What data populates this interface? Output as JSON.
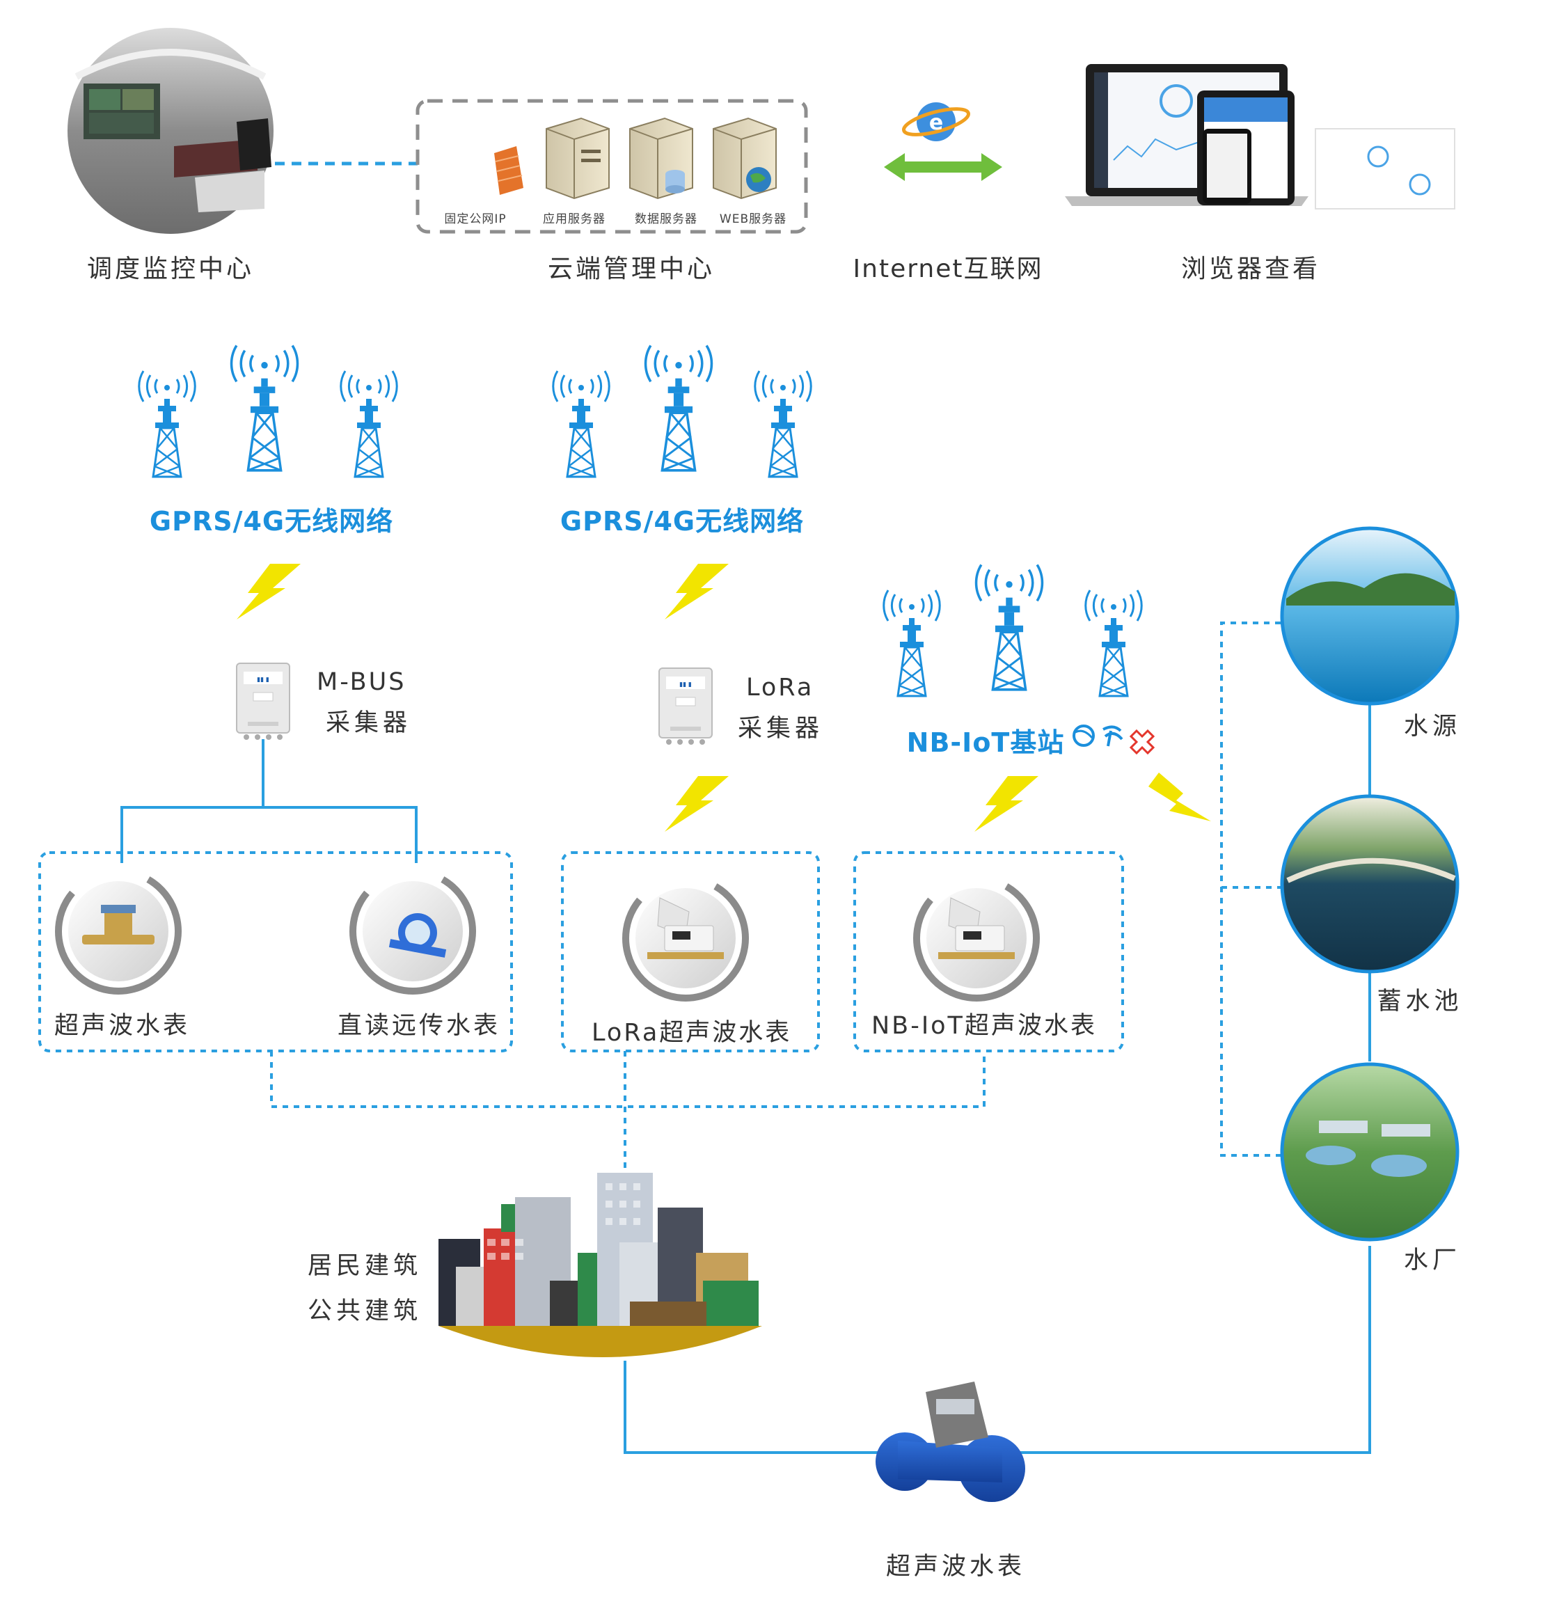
{
  "top_row": {
    "dispatch_center": "调度监控中心",
    "cloud_center": "云端管理中心",
    "internet": "Internet互联网",
    "browser": "浏览器查看",
    "servers": [
      "固定公网IP",
      "应用服务器",
      "数据服务器",
      "WEB服务器"
    ]
  },
  "networks": {
    "gprs_left": "GPRS/4G无线网络",
    "gprs_right": "GPRS/4G无线网络",
    "nbiot": "NB-IoT基站"
  },
  "collectors": {
    "mbus_line1": "M-BUS",
    "mbus_line2": "采集器",
    "lora_line1": "LoRa",
    "lora_line2": "采集器"
  },
  "meters": {
    "ultrasonic": "超声波水表",
    "direct_read": "直读远传水表",
    "lora_ultrasonic": "LoRa超声波水表",
    "nbiot_ultrasonic": "NB-IoT超声波水表"
  },
  "buildings": {
    "residential": "居民建筑",
    "public": "公共建筑"
  },
  "water_chain": {
    "source": "水源",
    "reservoir": "蓄水池",
    "plant": "水厂",
    "bottom_meter": "超声波水表"
  },
  "colors": {
    "accent_blue": "#1b8fdc",
    "line_blue": "#2a9fe0",
    "bolt_yellow": "#f2e400",
    "arrow_green": "#6fbe3c",
    "text_dark": "#333333"
  }
}
